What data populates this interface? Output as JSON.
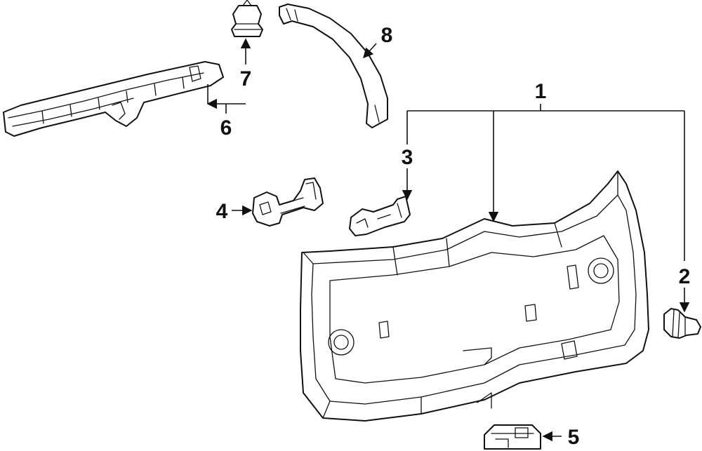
{
  "diagram": {
    "style": {
      "line_color": "#111111",
      "background": "#ffffff"
    },
    "callouts": [
      {
        "id": "c1",
        "label": "1"
      },
      {
        "id": "c2",
        "label": "2"
      },
      {
        "id": "c3",
        "label": "3"
      },
      {
        "id": "c4",
        "label": "4"
      },
      {
        "id": "c5",
        "label": "5"
      },
      {
        "id": "c6",
        "label": "6"
      },
      {
        "id": "c7",
        "label": "7"
      },
      {
        "id": "c8",
        "label": "8"
      }
    ]
  }
}
